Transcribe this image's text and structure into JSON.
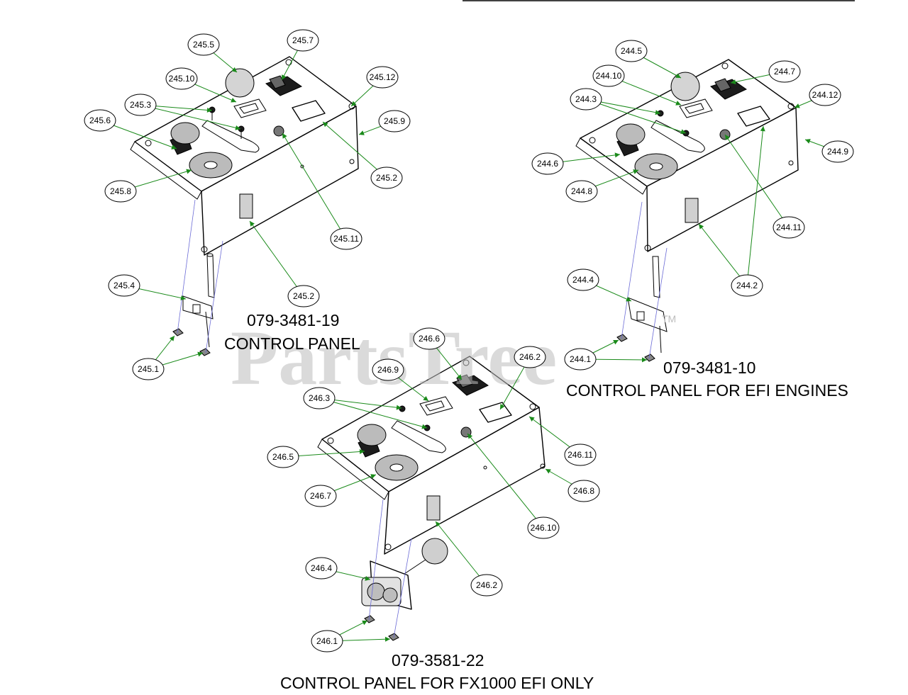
{
  "watermark": {
    "text": "PartsTree",
    "tm": "TM"
  },
  "assemblies": [
    {
      "part_number": "079-3481-19",
      "title": "CONTROL PANEL",
      "callouts": [
        "245.1",
        "245.2",
        "245.2",
        "245.3",
        "245.4",
        "245.5",
        "245.6",
        "245.7",
        "245.8",
        "245.9",
        "245.10",
        "245.11",
        "245.12"
      ]
    },
    {
      "part_number": "079-3481-10",
      "title": "CONTROL PANEL FOR EFI ENGINES",
      "callouts": [
        "244.1",
        "244.2",
        "244.3",
        "244.4",
        "244.5",
        "244.6",
        "244.7",
        "244.8",
        "244.9",
        "244.10",
        "244.11",
        "244.12"
      ]
    },
    {
      "part_number": "079-3581-22",
      "title": "CONTROL PANEL FOR FX1000 EFI ONLY",
      "callouts": [
        "246.1",
        "246.2",
        "246.2",
        "246.3",
        "246.4",
        "246.5",
        "246.6",
        "246.7",
        "246.8",
        "246.9",
        "246.10",
        "246.11"
      ]
    }
  ]
}
